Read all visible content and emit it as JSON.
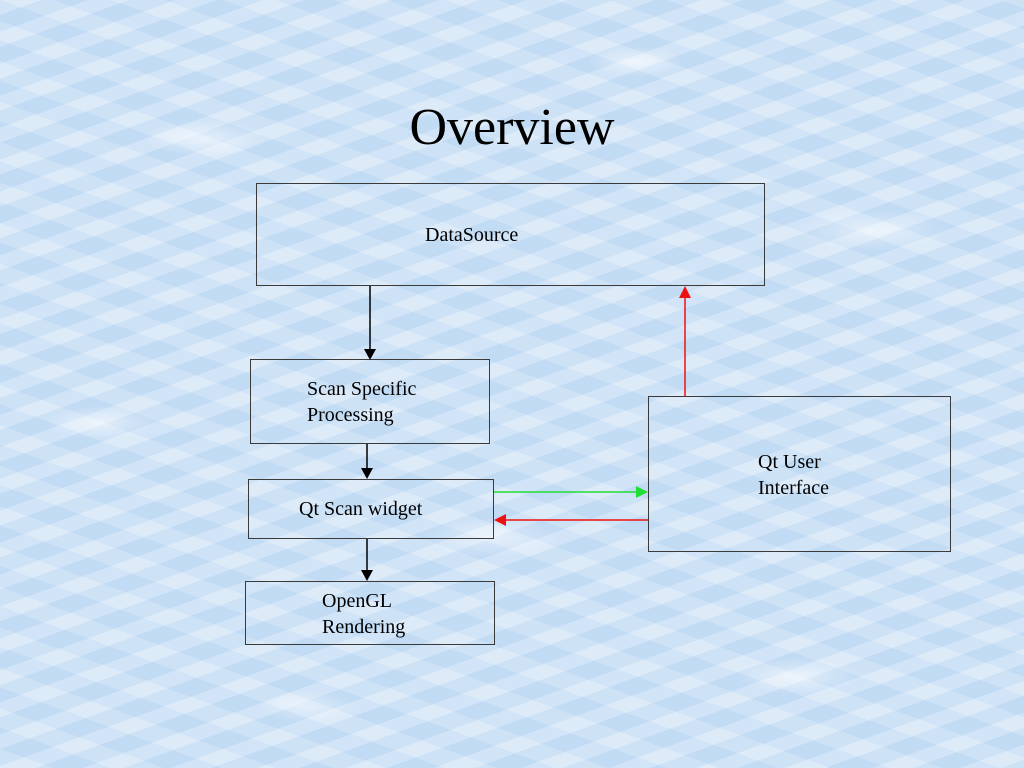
{
  "slide": {
    "title": "Overview"
  },
  "nodes": {
    "datasource": "DataSource",
    "scan_processing": "Scan Specific\nProcessing",
    "qt_scan_widget": "Qt Scan widget",
    "opengl_rendering": "OpenGL\nRendering",
    "qt_user_interface": "Qt User\nInterface"
  },
  "edges": [
    {
      "from": "datasource",
      "to": "scan_processing",
      "color": "#000000"
    },
    {
      "from": "scan_processing",
      "to": "qt_scan_widget",
      "color": "#000000"
    },
    {
      "from": "qt_scan_widget",
      "to": "opengl_rendering",
      "color": "#000000"
    },
    {
      "from": "qt_scan_widget",
      "to": "qt_user_interface",
      "color": "#22dd33"
    },
    {
      "from": "qt_user_interface",
      "to": "qt_scan_widget",
      "color": "#ee1111"
    },
    {
      "from": "qt_user_interface",
      "to": "datasource",
      "color": "#ee1111"
    }
  ],
  "colors": {
    "background": "#cfe3f7",
    "box_border": "#3a3a3a",
    "green_arrow": "#22dd33",
    "red_arrow": "#ee1111"
  }
}
